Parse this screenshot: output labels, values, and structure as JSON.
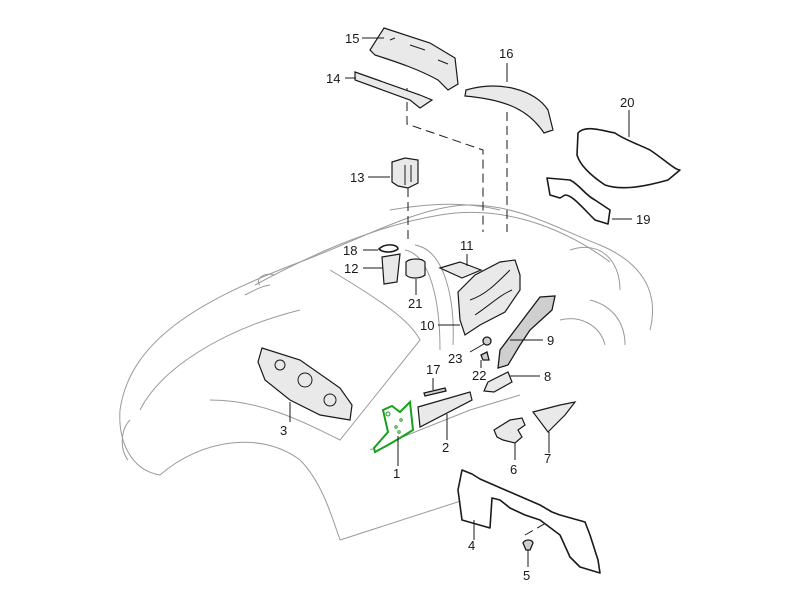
{
  "diagram": {
    "title": "Body insulation / sound-deadening parts exploded view",
    "highlight_color": "#16a01c",
    "line_color": "#1a1a1a",
    "outline_color": "#9a9a9a",
    "selected_part": "1",
    "parts": [
      {
        "id": "p1",
        "label": "1"
      },
      {
        "id": "p2",
        "label": "2"
      },
      {
        "id": "p3",
        "label": "3"
      },
      {
        "id": "p4",
        "label": "4"
      },
      {
        "id": "p5",
        "label": "5"
      },
      {
        "id": "p6",
        "label": "6"
      },
      {
        "id": "p7",
        "label": "7"
      },
      {
        "id": "p8",
        "label": "8"
      },
      {
        "id": "p9",
        "label": "9"
      },
      {
        "id": "p10",
        "label": "10"
      },
      {
        "id": "p11",
        "label": "11"
      },
      {
        "id": "p12",
        "label": "12"
      },
      {
        "id": "p13",
        "label": "13"
      },
      {
        "id": "p14",
        "label": "14"
      },
      {
        "id": "p15",
        "label": "15"
      },
      {
        "id": "p16",
        "label": "16"
      },
      {
        "id": "p17",
        "label": "17"
      },
      {
        "id": "p18",
        "label": "18"
      },
      {
        "id": "p19",
        "label": "19"
      },
      {
        "id": "p20",
        "label": "20"
      },
      {
        "id": "p21",
        "label": "21"
      },
      {
        "id": "p22",
        "label": "22"
      },
      {
        "id": "p23",
        "label": "23"
      }
    ]
  }
}
